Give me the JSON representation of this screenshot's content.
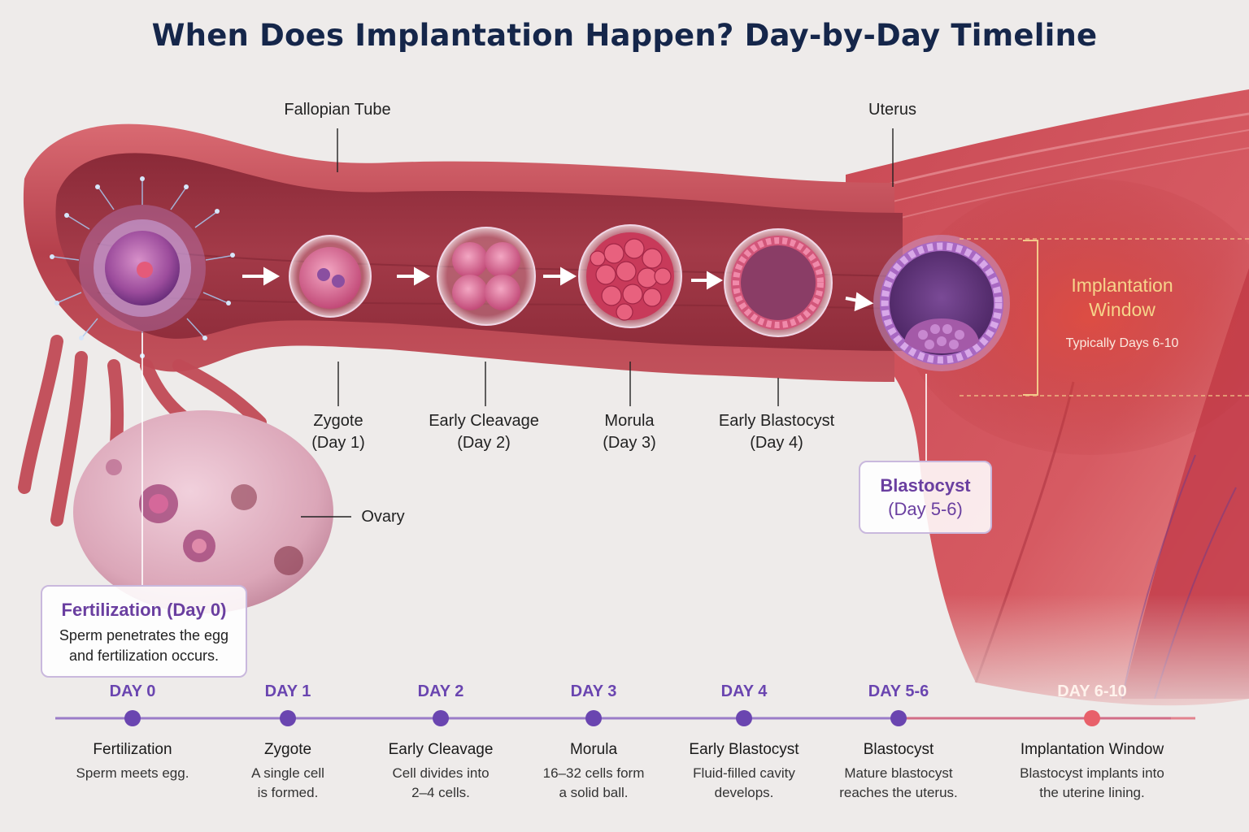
{
  "title": "When Does Implantation Happen? Day-by-Day Timeline",
  "anatomy_labels": {
    "fallopian_tube": "Fallopian Tube",
    "uterus": "Uterus",
    "ovary": "Ovary"
  },
  "stages": [
    {
      "name": "Zygote",
      "day": "(Day 1)"
    },
    {
      "name": "Early Cleavage",
      "day": "(Day 2)"
    },
    {
      "name": "Morula",
      "day": "(Day 3)"
    },
    {
      "name": "Early Blastocyst",
      "day": "(Day 4)"
    }
  ],
  "fertilization_callout": {
    "title": "Fertilization (Day 0)",
    "line1": "Sperm penetrates the egg",
    "line2": "and fertilization occurs."
  },
  "blastocyst_callout": {
    "line1": "Blastocyst",
    "line2": "(Day 5-6)"
  },
  "implantation_window": {
    "title_line1": "Implantation",
    "title_line2": "Window",
    "subtitle": "Typically Days 6-10"
  },
  "timeline": [
    {
      "day": "DAY 0",
      "name": "Fertilization",
      "desc1": "Sperm meets egg.",
      "desc2": ""
    },
    {
      "day": "DAY 1",
      "name": "Zygote",
      "desc1": "A single cell",
      "desc2": "is formed."
    },
    {
      "day": "DAY 2",
      "name": "Early Cleavage",
      "desc1": "Cell divides into",
      "desc2": "2–4 cells."
    },
    {
      "day": "DAY 3",
      "name": "Morula",
      "desc1": "16–32 cells form",
      "desc2": "a solid ball."
    },
    {
      "day": "DAY 4",
      "name": "Early Blastocyst",
      "desc1": "Fluid-filled cavity",
      "desc2": "develops."
    },
    {
      "day": "DAY 5-6",
      "name": "Blastocyst",
      "desc1": "Mature blastocyst",
      "desc2": "reaches the uterus."
    },
    {
      "day": "DAY 6-10",
      "name": "Implantation Window",
      "desc1": "Blastocyst implants into",
      "desc2": "the uterine lining."
    }
  ],
  "colors": {
    "title": "#15264a",
    "accent_purple": "#6a45b0",
    "tissue": "#b9414d",
    "implant_dot": "#e8606a"
  }
}
